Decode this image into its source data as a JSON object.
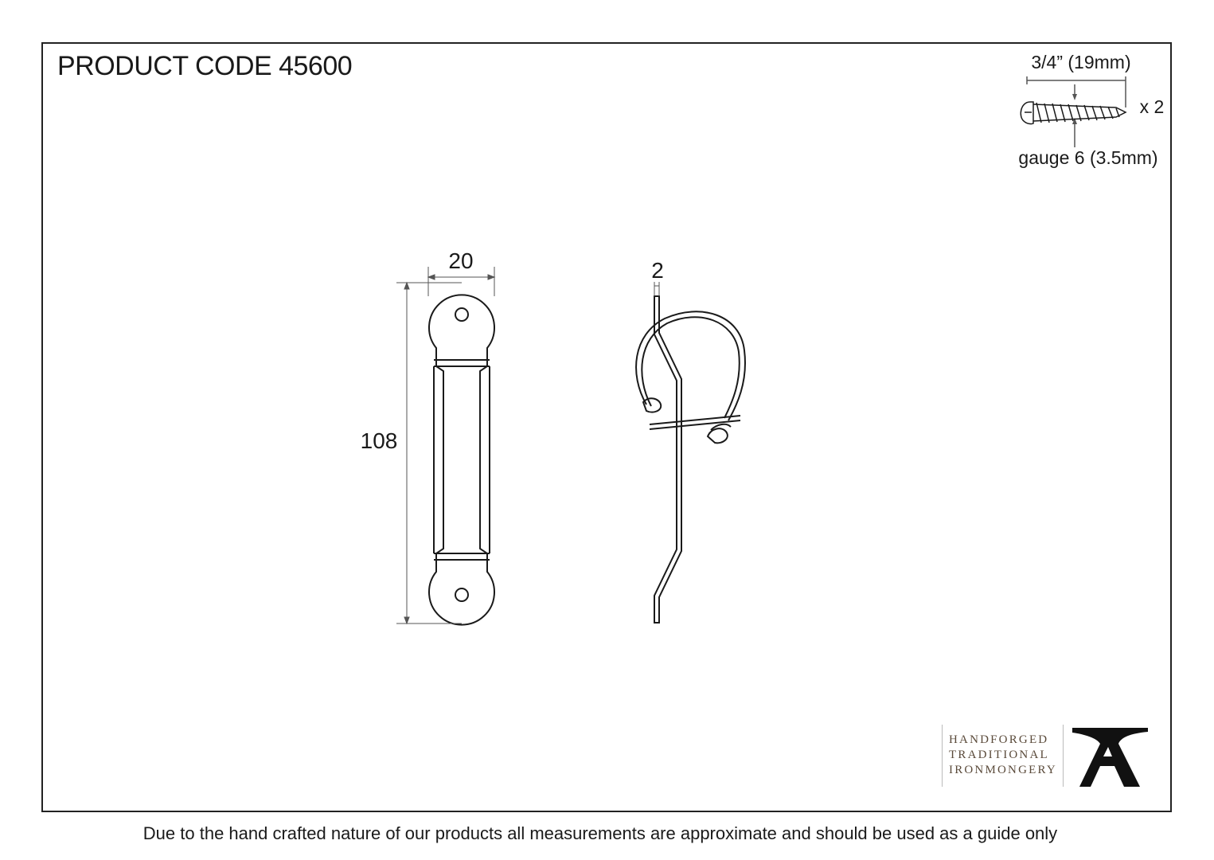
{
  "product_code": "PRODUCT CODE 45600",
  "dimensions": {
    "width": "20",
    "length": "108",
    "thickness": "2"
  },
  "screw": {
    "length_label": "3/4” (19mm)",
    "gauge_label": "gauge 6 (3.5mm)",
    "quantity": "x 2"
  },
  "brand": {
    "line1": "HANDFORGED",
    "line2": "TRADITIONAL",
    "line3": "IRONMONGERY"
  },
  "disclaimer": "Due to the hand crafted nature of our products all measurements are approximate and should be used as a guide only",
  "icons": [
    "anvil-logo-icon",
    "screw-icon"
  ]
}
